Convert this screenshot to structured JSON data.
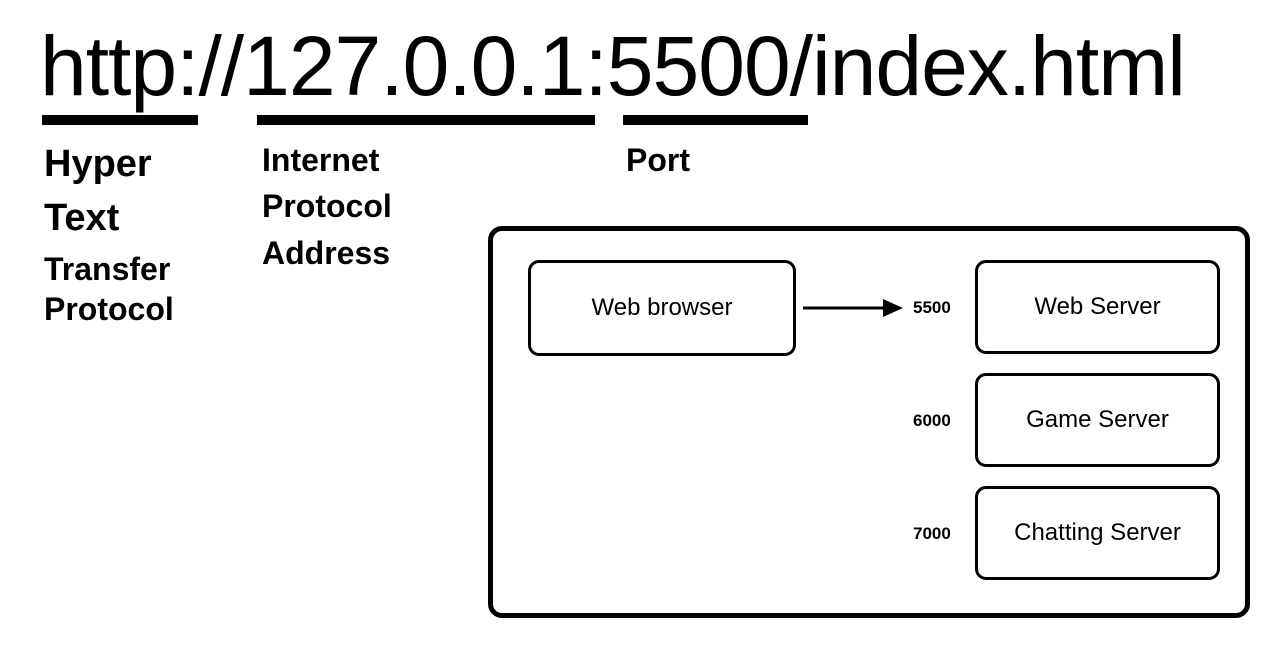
{
  "url": {
    "scheme": "http",
    "sep1": "://",
    "host": "127.0.0.1",
    "colon": ":",
    "port": "5500",
    "path": "/index.html"
  },
  "labels": {
    "scheme_lines": [
      "Hyper",
      "Text",
      "Transfer",
      "Protocol"
    ],
    "host_lines": [
      "Internet",
      "Protocol",
      "Address"
    ],
    "port": "Port"
  },
  "diagram": {
    "client": "Web browser",
    "servers": [
      {
        "port": "5500",
        "name": "Web Server"
      },
      {
        "port": "6000",
        "name": "Game Server"
      },
      {
        "port": "7000",
        "name": "Chatting Server"
      }
    ]
  }
}
